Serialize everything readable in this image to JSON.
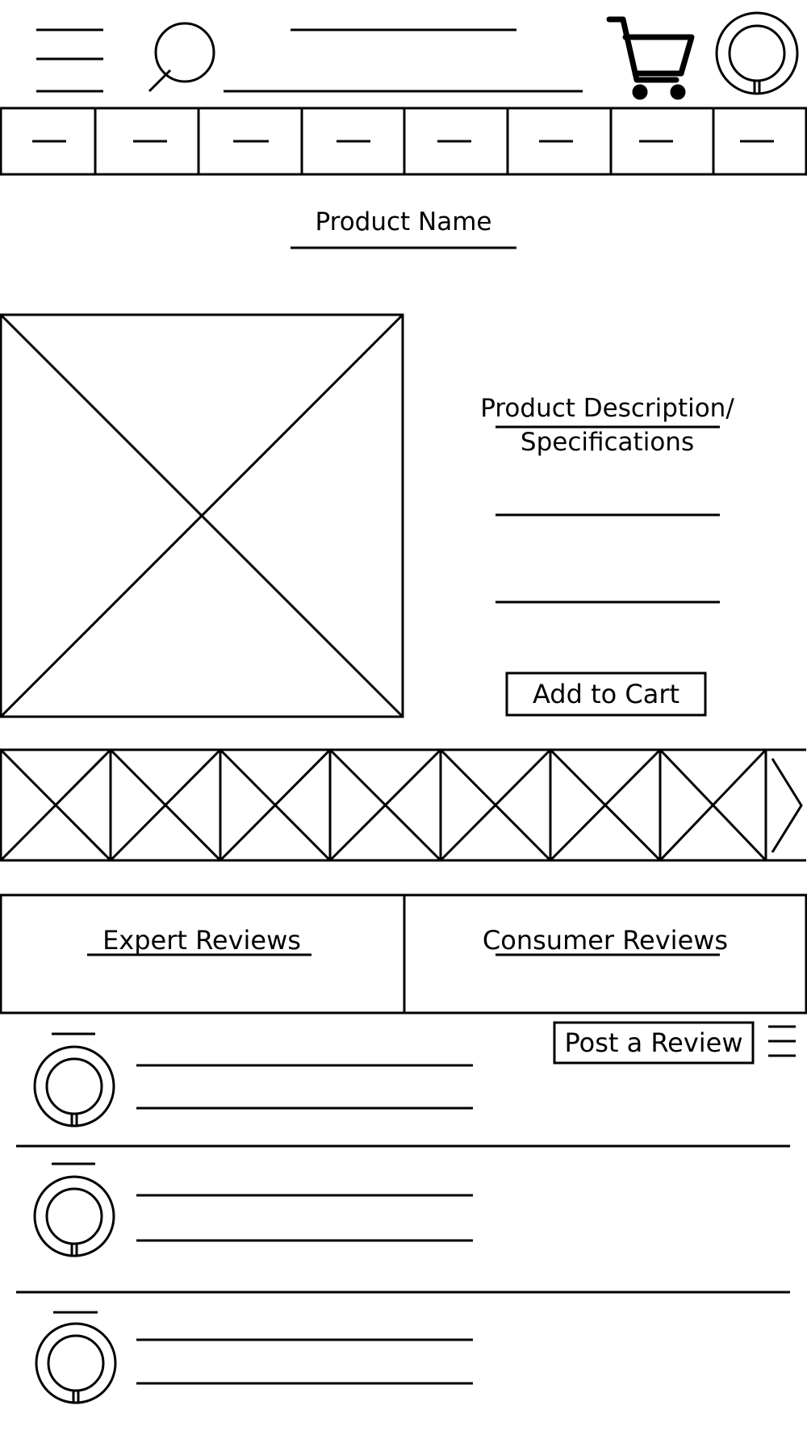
{
  "product": {
    "name": "Product Name",
    "description_heading": "Product Description/ Specifications"
  },
  "actions": {
    "add_to_cart": "Add to Cart",
    "post_review": "Post a Review"
  },
  "reviews": {
    "tabs": [
      {
        "label": "Expert Reviews"
      },
      {
        "label": "Consumer Reviews"
      }
    ]
  },
  "icons": {
    "menu": "menu-icon",
    "search": "search-icon",
    "cart": "cart-icon",
    "profile": "profile-icon",
    "carousel_next": "chevron-right-icon",
    "sort": "menu-icon"
  }
}
